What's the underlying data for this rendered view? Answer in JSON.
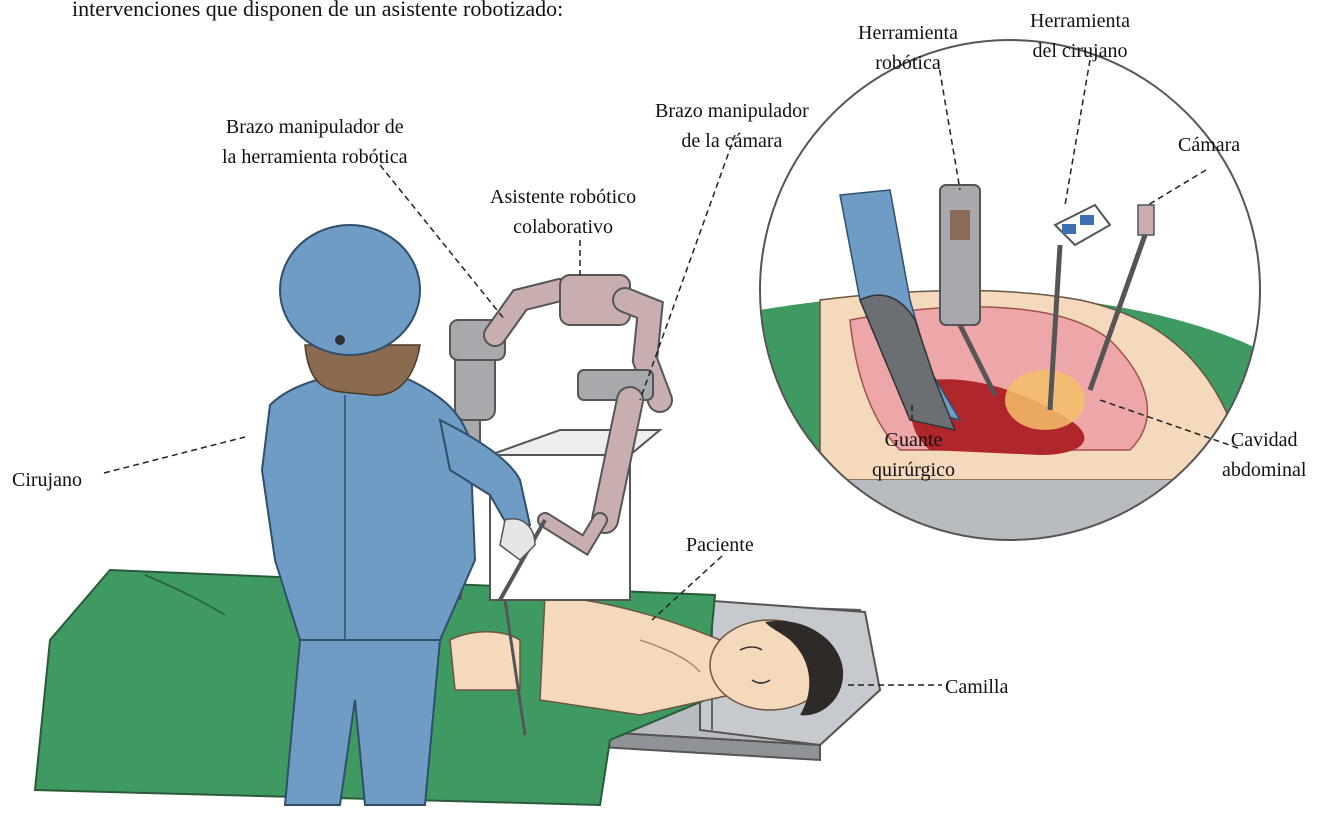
{
  "intro_text": "intervenciones que disponen de un asistente robotizado:",
  "labels": {
    "robot_tool": [
      "Herramienta",
      "robótica"
    ],
    "surgeon_tool": [
      "Herramienta",
      "del cirujano"
    ],
    "tool_arm": [
      "Brazo manipulador de",
      "la herramienta robótica"
    ],
    "camera_arm": [
      "Brazo manipulador",
      "de la cámara"
    ],
    "camera": "Cámara",
    "assistant": [
      "Asistente robótico",
      "colaborativo"
    ],
    "surgeon": "Cirujano",
    "glove": [
      "Guante",
      "quirúrgico"
    ],
    "cavity": [
      "Cavidad",
      "abdominal"
    ],
    "patient": "Paciente",
    "stretcher": "Camilla"
  },
  "colors": {
    "scrubs": "#6f9cc4",
    "drape": "#3f9a62",
    "skin": "#f4d9bd",
    "robot": "#c9aeb0",
    "robot_grey": "#a7a9ad",
    "bed": "#b8bbbf",
    "cavity": "#eea7a8",
    "blood": "#b0272b",
    "glove": "#6b6f73"
  }
}
